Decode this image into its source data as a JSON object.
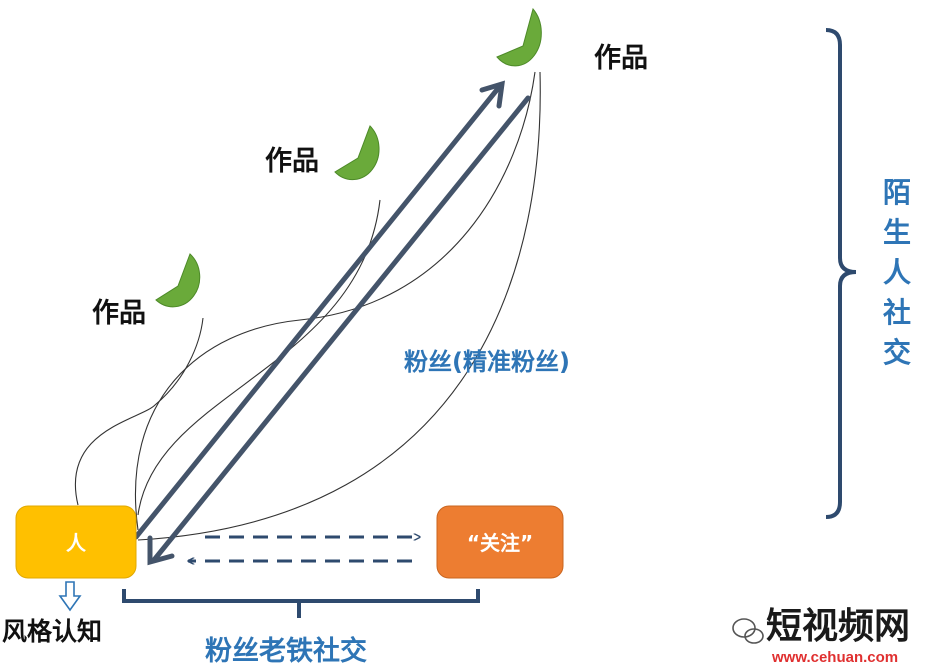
{
  "nodes": {
    "work_top": "作品",
    "work_mid": "作品",
    "work_low": "作品",
    "person": "人",
    "follow": "“关注”"
  },
  "labels": {
    "fans_precise": "粉丝(精准粉丝)",
    "stranger_social": [
      "陌",
      "生",
      "人",
      "社",
      "交"
    ],
    "fans_social": "粉丝老铁社交",
    "style_cognition": "风格认知"
  },
  "watermark": {
    "brand": "短视频网",
    "url": "www.cehuan.com"
  },
  "colors": {
    "pacman": "#6aaa3a",
    "person_box": "#ffc000",
    "follow_box": "#ed7d31",
    "arrow": "#44546a",
    "accent_blue": "#2e75b6"
  }
}
